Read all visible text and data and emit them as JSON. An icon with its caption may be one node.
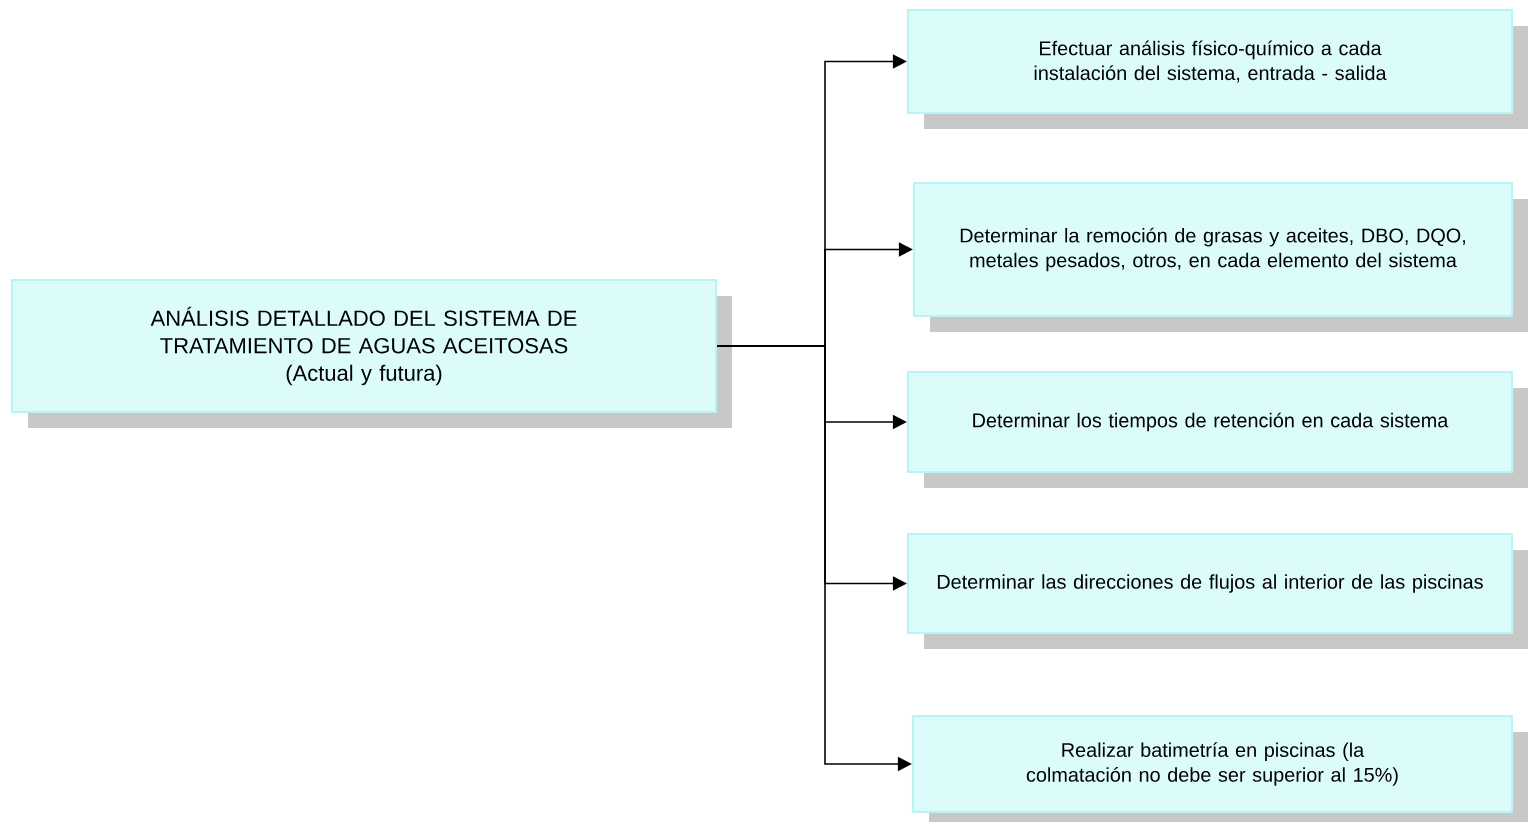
{
  "diagram": {
    "nodes": [
      {
        "text": [
          "ANÁLISIS DETALLADO DEL SISTEMA DE TRATAMIENTO DE AGUAS ACEITOSAS",
          "(Actual y futura)"
        ]
      },
      {
        "text": [
          "Efectuar análisis físico-químico a cada instalación del sistema, entrada - salida"
        ]
      },
      {
        "text": [
          "Determinar la remoción de grasas y aceites, DBO, DQO, metales pesados, otros, en cada elemento del sistema"
        ]
      },
      {
        "text": [
          "Determinar los tiempos de retención en cada sistema"
        ]
      },
      {
        "text": [
          "Determinar las direcciones de flujos al interior de las piscinas"
        ]
      },
      {
        "text": [
          "Realizar batimetría en piscinas (la colmatación no debe ser superior al 15%)"
        ]
      }
    ],
    "edges": [
      {
        "from": 0,
        "to": 1,
        "arrow": "to"
      },
      {
        "from": 0,
        "to": 2,
        "arrow": "to"
      },
      {
        "from": 0,
        "to": 3,
        "arrow": "to"
      },
      {
        "from": 0,
        "to": 4,
        "arrow": "to"
      },
      {
        "from": 0,
        "to": 5,
        "arrow": "to"
      }
    ]
  }
}
